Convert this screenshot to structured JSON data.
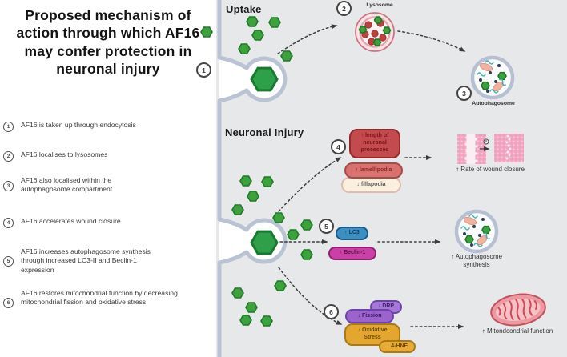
{
  "left_panel": {
    "title": "Proposed mechanism of action through which AF16 may confer protection in neuronal injury",
    "steps": [
      {
        "num": "1",
        "text": "AF16 is taken up through endocytosis"
      },
      {
        "num": "2",
        "text": "AF16 localises to lysosomes"
      },
      {
        "num": "3",
        "text": "AF16 also localised within the autophagosome compartment"
      },
      {
        "num": "4",
        "text": "AF16 accelerates wound closure"
      },
      {
        "num": "5",
        "text": "AF16 increases autophagosome synthesis through increased LC3-II and Beclin-1 expression"
      },
      {
        "num": "6",
        "text": "AF16 restores mitochondrial function by decreasing mitochondrial fission and oxidative stress"
      }
    ]
  },
  "diagram": {
    "sections": {
      "uptake": "Uptake",
      "neuronal_injury": "Neuronal Injury"
    },
    "markers": {
      "m1": "1",
      "m2": "2",
      "m3": "3",
      "m4": "4",
      "m5": "5",
      "m6": "6"
    },
    "organelle_labels": {
      "lysosome": "Lysosome",
      "autophagosome": "Autophagosome"
    },
    "pills": {
      "length_processes": "↑ length of neuronal processes",
      "lamellipodia": "↑ lamellipodia",
      "fillapodia": "↓ fillapodia",
      "lc3": "↑ LC3",
      "beclin": "↑ Beclin-1",
      "drp": "↓ DRP",
      "fission": "↓ Fission",
      "oxidative_stress": "↓ Oxidative Stress",
      "hne": "↓ 4-HNE"
    },
    "results": {
      "wound": "↑ Rate of wound closure",
      "autophagosome_synthesis": "↑ Autophagosome synthesis",
      "mito_function": "↑ Mitondcondrial function"
    },
    "colors": {
      "panel_bg": "#e7e8ea",
      "membrane": "#b9c3d4",
      "af16_green": "#2ea04a",
      "lysosome_pink": "#d0737f",
      "autophagosome_ring": "#b6c0d2",
      "box_dark_red": "#c34b4e",
      "box_red": "#d9716f",
      "box_cream": "#faf0dd",
      "lc3_blue": "#3d8fc2",
      "beclin_magenta": "#cb3fa7",
      "purple": "#9c63cc",
      "orange": "#e3a62f",
      "mito_pink": "#eb9aa1",
      "wound_pink": "#f2a6c1"
    }
  }
}
